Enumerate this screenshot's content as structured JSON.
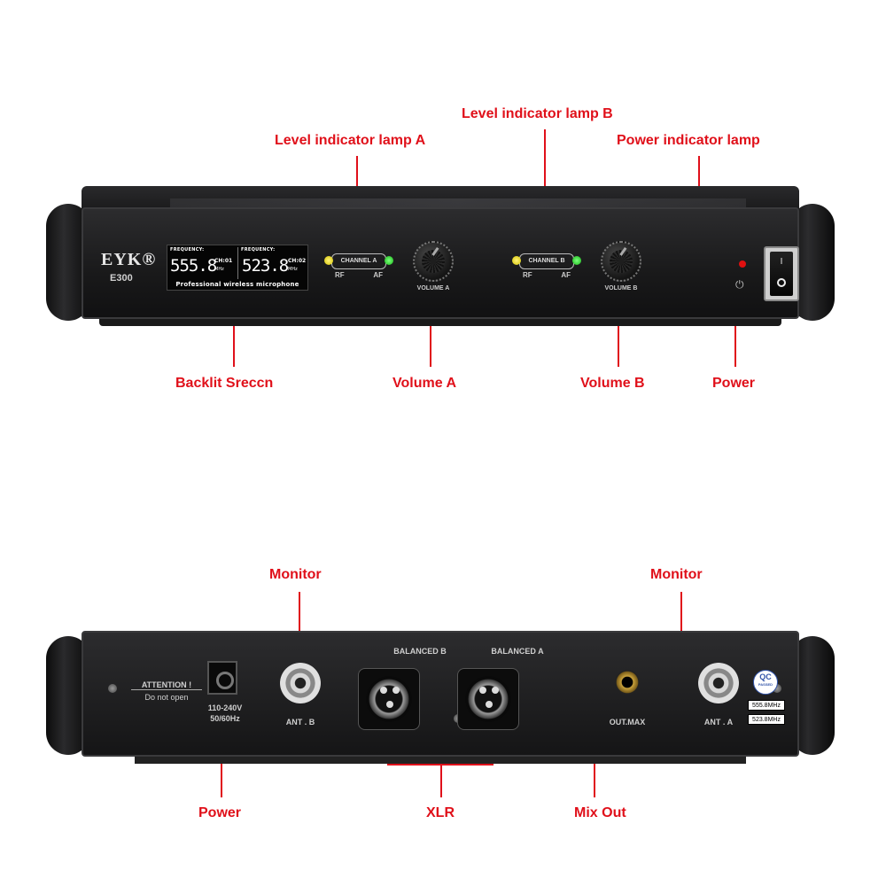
{
  "front": {
    "callouts": {
      "level_b": "Level indicator lamp B",
      "level_a": "Level indicator lamp A",
      "power_lamp": "Power indicator lamp",
      "backlit": "Backlit  Sreccn",
      "volume_a": "Volume A",
      "volume_b": "Volume B",
      "power": "Power"
    },
    "brand": "EYK®",
    "model": "E300",
    "lcd": {
      "a": {
        "label": "FREQUENCY:",
        "freq": "555.8",
        "ch": "CH:01",
        "unit": "MHz"
      },
      "b": {
        "label": "FREQUENCY:",
        "freq": "523.8",
        "ch": "CH:02",
        "unit": "MHz"
      },
      "footer": "Professional  wireless  microphone"
    },
    "channel_a": {
      "label": "CHANNEL  A",
      "rf": "RF",
      "af": "AF"
    },
    "channel_b": {
      "label": "CHANNEL  B",
      "rf": "RF",
      "af": "AF"
    },
    "volume_a_label": "VOLUME  A",
    "volume_b_label": "VOLUME  B",
    "power_symbol": "⏻",
    "switch_on": "I"
  },
  "rear": {
    "callouts": {
      "monitor_left": "Monitor",
      "monitor_right": "Monitor",
      "power": "Power",
      "xlr": "XLR",
      "mix_out": "Mix Out"
    },
    "attention": "ATTENTION !",
    "do_not_open": "Do not open",
    "voltage": "110-240V",
    "frequency": "50/60Hz",
    "ant_b": "ANT . B",
    "ant_a": "ANT . A",
    "balanced_b": "BALANCED  B",
    "balanced_a": "BALANCED  A",
    "out_max": "OUT.MAX",
    "qc": "QC",
    "qc_sub": "PASSED",
    "tag_1": "555.8MHz",
    "tag_2": "523.8MHz"
  },
  "colors": {
    "callout": "#e0101a",
    "led_yellow": "#e8d800",
    "led_green": "#22c022",
    "led_red": "#e01010"
  }
}
